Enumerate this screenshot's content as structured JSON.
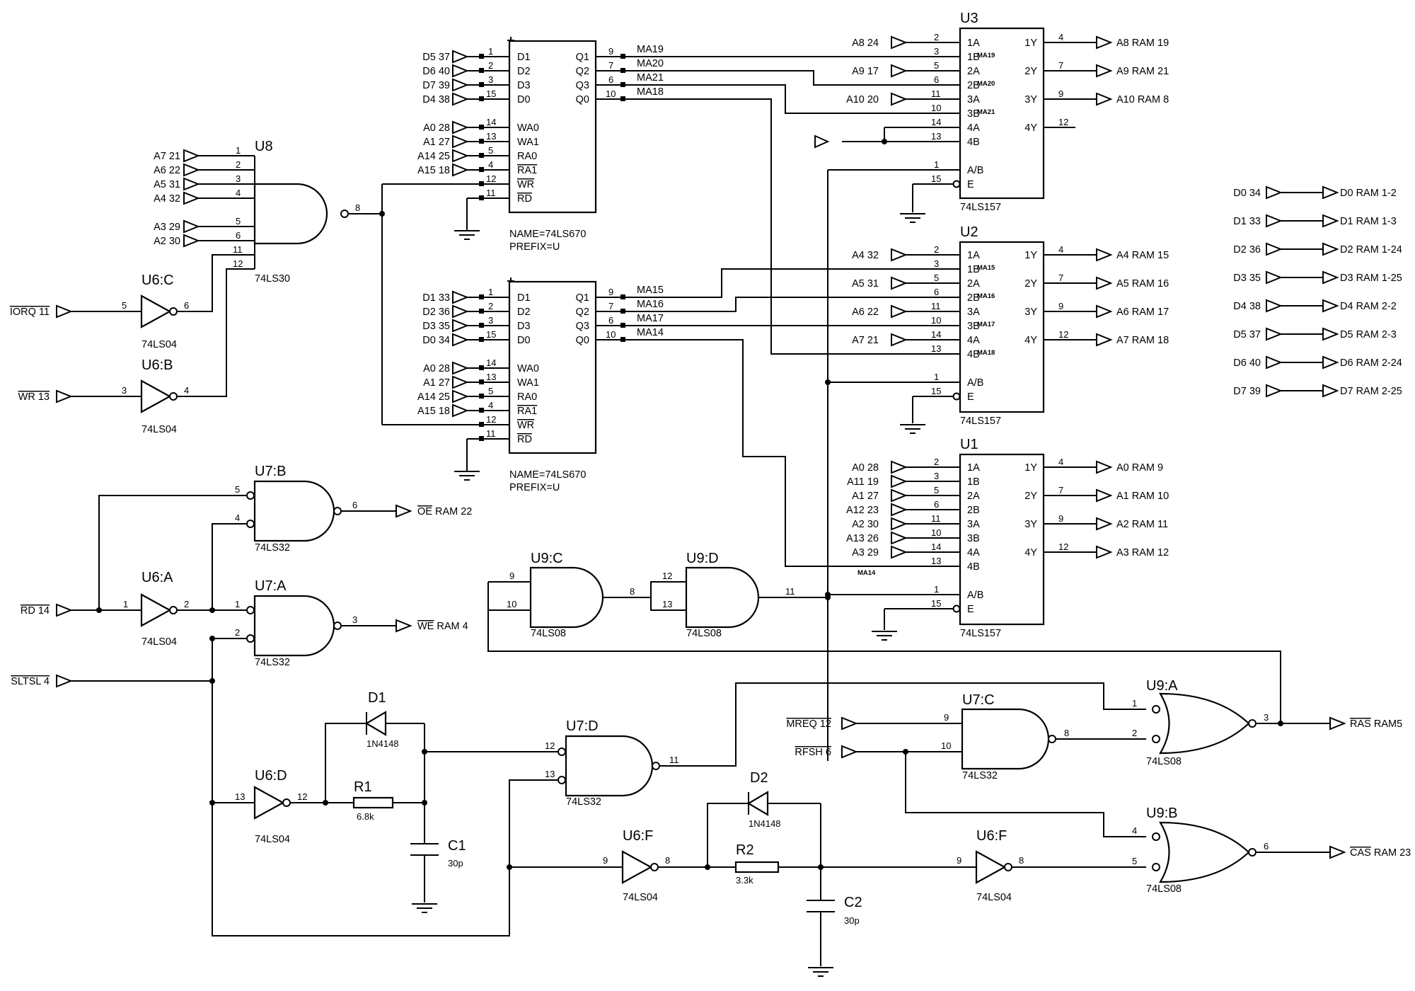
{
  "u3": {
    "ref": "U3",
    "type": "74LS157",
    "pins": [
      "2",
      "3",
      "5",
      "6",
      "11",
      "10",
      "14",
      "13",
      "1",
      "15",
      "4",
      "7",
      "9",
      "12"
    ],
    "names": [
      "1A",
      "1B",
      "2A",
      "2B",
      "3A",
      "3B",
      "4A",
      "4B",
      "A/B",
      "E",
      "1Y",
      "2Y",
      "3Y",
      "4Y"
    ],
    "b_annot": [
      "MA19",
      "MA20",
      "MA21"
    ],
    "inputs": [
      "A8 24",
      "A9 17",
      "A10 20"
    ],
    "outputs": [
      "A8 RAM 19",
      "A9 RAM 21",
      "A10 RAM 8"
    ]
  },
  "u2": {
    "ref": "U2",
    "type": "74LS157",
    "pins": [
      "2",
      "3",
      "5",
      "6",
      "11",
      "10",
      "14",
      "13",
      "1",
      "15",
      "4",
      "7",
      "9",
      "12"
    ],
    "names": [
      "1A",
      "1B",
      "2A",
      "2B",
      "3A",
      "3B",
      "4A",
      "4B",
      "A/B",
      "E",
      "1Y",
      "2Y",
      "3Y",
      "4Y"
    ],
    "b_annot": [
      "MA15",
      "MA16",
      "MA17",
      "MA18"
    ],
    "inputs": [
      "A4 32",
      "A5 31",
      "A6 22",
      "A7 21"
    ],
    "outputs": [
      "A4 RAM 15",
      "A5 RAM 16",
      "A6 RAM 17",
      "A7 RAM 18"
    ]
  },
  "u1": {
    "ref": "U1",
    "type": "74LS157",
    "pins": [
      "2",
      "3",
      "5",
      "6",
      "11",
      "10",
      "14",
      "13",
      "1",
      "15",
      "4",
      "7",
      "9",
      "12"
    ],
    "names": [
      "1A",
      "1B",
      "2A",
      "2B",
      "3A",
      "3B",
      "4A",
      "4B",
      "A/B",
      "E",
      "1Y",
      "2Y",
      "3Y",
      "4Y"
    ],
    "inputs": [
      "A0 28",
      "A11 19",
      "A1 27",
      "A12 23",
      "A2 30",
      "A13 26",
      "A3 29"
    ],
    "annot": "MA14",
    "outputs": [
      "A0 RAM 9",
      "A1 RAM 10",
      "A2 RAM 11",
      "A3 RAM 12"
    ]
  },
  "ic670a": {
    "pins": [
      "1",
      "2",
      "3",
      "15",
      "14",
      "13",
      "5",
      "4",
      "12",
      "11",
      "9",
      "7",
      "6",
      "10"
    ],
    "names": [
      "D1",
      "D2",
      "D3",
      "D0",
      "WA0",
      "WA1",
      "RA0",
      "RA1",
      "WR",
      "RD",
      "Q1",
      "Q2",
      "Q3",
      "Q0"
    ],
    "inputs": [
      "D5 37",
      "D6 40",
      "D7 39",
      "D4 38",
      "A0 28",
      "A1 27",
      "A14 25",
      "A15 18"
    ],
    "nets": [
      "MA19",
      "MA20",
      "MA21",
      "MA18"
    ],
    "attr1": "NAME=74LS670",
    "attr2": "PREFIX=U"
  },
  "ic670b": {
    "pins": [
      "1",
      "2",
      "3",
      "15",
      "14",
      "13",
      "5",
      "4",
      "12",
      "11",
      "9",
      "7",
      "6",
      "10"
    ],
    "names": [
      "D1",
      "D2",
      "D3",
      "D0",
      "WA0",
      "WA1",
      "RA0",
      "RA1",
      "WR",
      "RD",
      "Q1",
      "Q2",
      "Q3",
      "Q0"
    ],
    "inputs": [
      "D1 33",
      "D2 36",
      "D3 35",
      "D0 34",
      "A0 28",
      "A1 27",
      "A14 25",
      "A15 18"
    ],
    "nets": [
      "MA15",
      "MA16",
      "MA17",
      "MA14"
    ],
    "attr1": "NAME=74LS670",
    "attr2": "PREFIX=U"
  },
  "u8": {
    "ref": "U8",
    "type": "74LS30",
    "pins": [
      "1",
      "2",
      "3",
      "4",
      "5",
      "6",
      "11",
      "12"
    ],
    "out_pin": "8",
    "inputs": [
      "A7 21",
      "A6 22",
      "A5 31",
      "A4 32",
      "A3 29",
      "A2 30"
    ]
  },
  "u6c": {
    "ref": "U6:C",
    "type": "74LS04",
    "pin_in": "5",
    "pin_out": "6",
    "input": "IORQ 11"
  },
  "u6b": {
    "ref": "U6:B",
    "type": "74LS04",
    "pin_in": "3",
    "pin_out": "4",
    "input": "WR 13"
  },
  "u6a": {
    "ref": "U6:A",
    "type": "74LS04",
    "pin_in": "1",
    "pin_out": "2",
    "input": "RD 14"
  },
  "u7b": {
    "ref": "U7:B",
    "type": "74LS32",
    "pin_a": "5",
    "pin_b": "4",
    "pin_out": "6",
    "output": "RAM 22",
    "output_bar": "OE"
  },
  "u7a": {
    "ref": "U7:A",
    "type": "74LS32",
    "pin_a": "1",
    "pin_b": "2",
    "pin_out": "3",
    "output": "RAM 4",
    "output_bar": "WE"
  },
  "sltsl": "SLTSL 4",
  "u9c": {
    "ref": "U9:C",
    "type": "74LS08",
    "pin_a": "9",
    "pin_b": "10",
    "pin_out": "8"
  },
  "u9d": {
    "ref": "U9:D",
    "type": "74LS08",
    "pin_a": "12",
    "pin_b": "13",
    "pin_out": "11"
  },
  "u6d": {
    "ref": "U6:D",
    "type": "74LS04",
    "pin_in": "13",
    "pin_out": "12"
  },
  "d1": {
    "ref": "D1",
    "value": "1N4148"
  },
  "r1": {
    "ref": "R1",
    "value": "6.8k"
  },
  "c1": {
    "ref": "C1",
    "value": "30p"
  },
  "u7d": {
    "ref": "U7:D",
    "type": "74LS32",
    "pin_a": "12",
    "pin_b": "13",
    "pin_out": "11"
  },
  "u6f1": {
    "ref": "U6:F",
    "type": "74LS04",
    "pin_in": "9",
    "pin_out": "8"
  },
  "d2": {
    "ref": "D2",
    "value": "1N4148"
  },
  "r2": {
    "ref": "R2",
    "value": "3.3k"
  },
  "c2": {
    "ref": "C2",
    "value": "30p"
  },
  "u6f2": {
    "ref": "U6:F",
    "type": "74LS04",
    "pin_in": "9",
    "pin_out": "8"
  },
  "u7c": {
    "ref": "U7:C",
    "type": "74LS32",
    "pin_a": "9",
    "pin_b": "10",
    "pin_out": "8",
    "in_a": "MREQ 12",
    "in_b": "RFSH 6"
  },
  "u9a": {
    "ref": "U9:A",
    "type": "74LS08",
    "pin_a": "1",
    "pin_b": "2",
    "pin_out": "3",
    "output": "RAM5",
    "output_bar": "RAS"
  },
  "u9b": {
    "ref": "U9:B",
    "type": "74LS08",
    "pin_a": "4",
    "pin_b": "5",
    "pin_out": "6",
    "output": "RAM 23",
    "output_bar": "CAS"
  },
  "data_bus": {
    "inputs": [
      "D0 34",
      "D1 33",
      "D2 36",
      "D3 35",
      "D4 38",
      "D5 37",
      "D6 40",
      "D7 39"
    ],
    "outputs": [
      "D0 RAM 1-2",
      "D1 RAM 1-3",
      "D2 RAM 1-24",
      "D3 RAM 1-25",
      "D4 RAM 2-2",
      "D5 RAM 2-3",
      "D6 RAM 2-24",
      "D7 RAM 2-25"
    ]
  }
}
